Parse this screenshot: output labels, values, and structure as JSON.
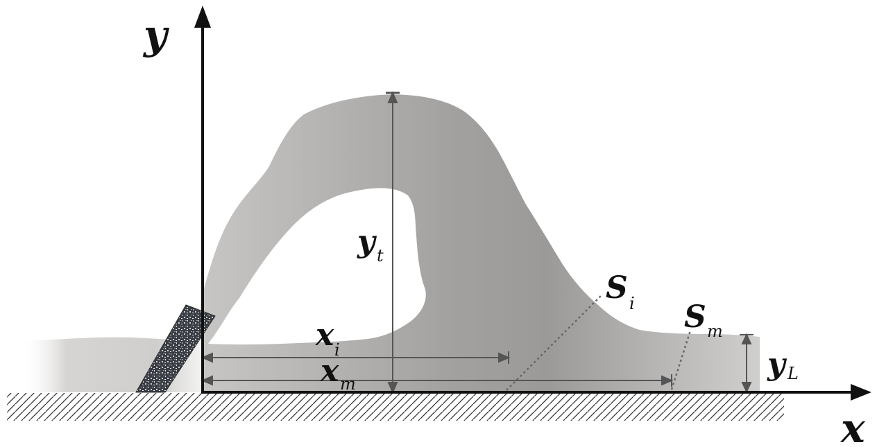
{
  "diagram": {
    "labels": {
      "y_axis": "y",
      "x_axis": "x",
      "yt_main": "y",
      "yt_sub": "t",
      "xi_main": "x",
      "xi_sub": "i",
      "xm_main": "x",
      "xm_sub": "m",
      "si_main": "S",
      "si_sub": "i",
      "sm_main": "S",
      "sm_sub": "m",
      "yl_main": "y",
      "yl_sub": "L"
    },
    "colors": {
      "ink": "#111111",
      "dimension": "#555555",
      "plume_dark": "#9c9a98",
      "plume_light": "#d9d8d6",
      "hatch": "#333333"
    }
  }
}
